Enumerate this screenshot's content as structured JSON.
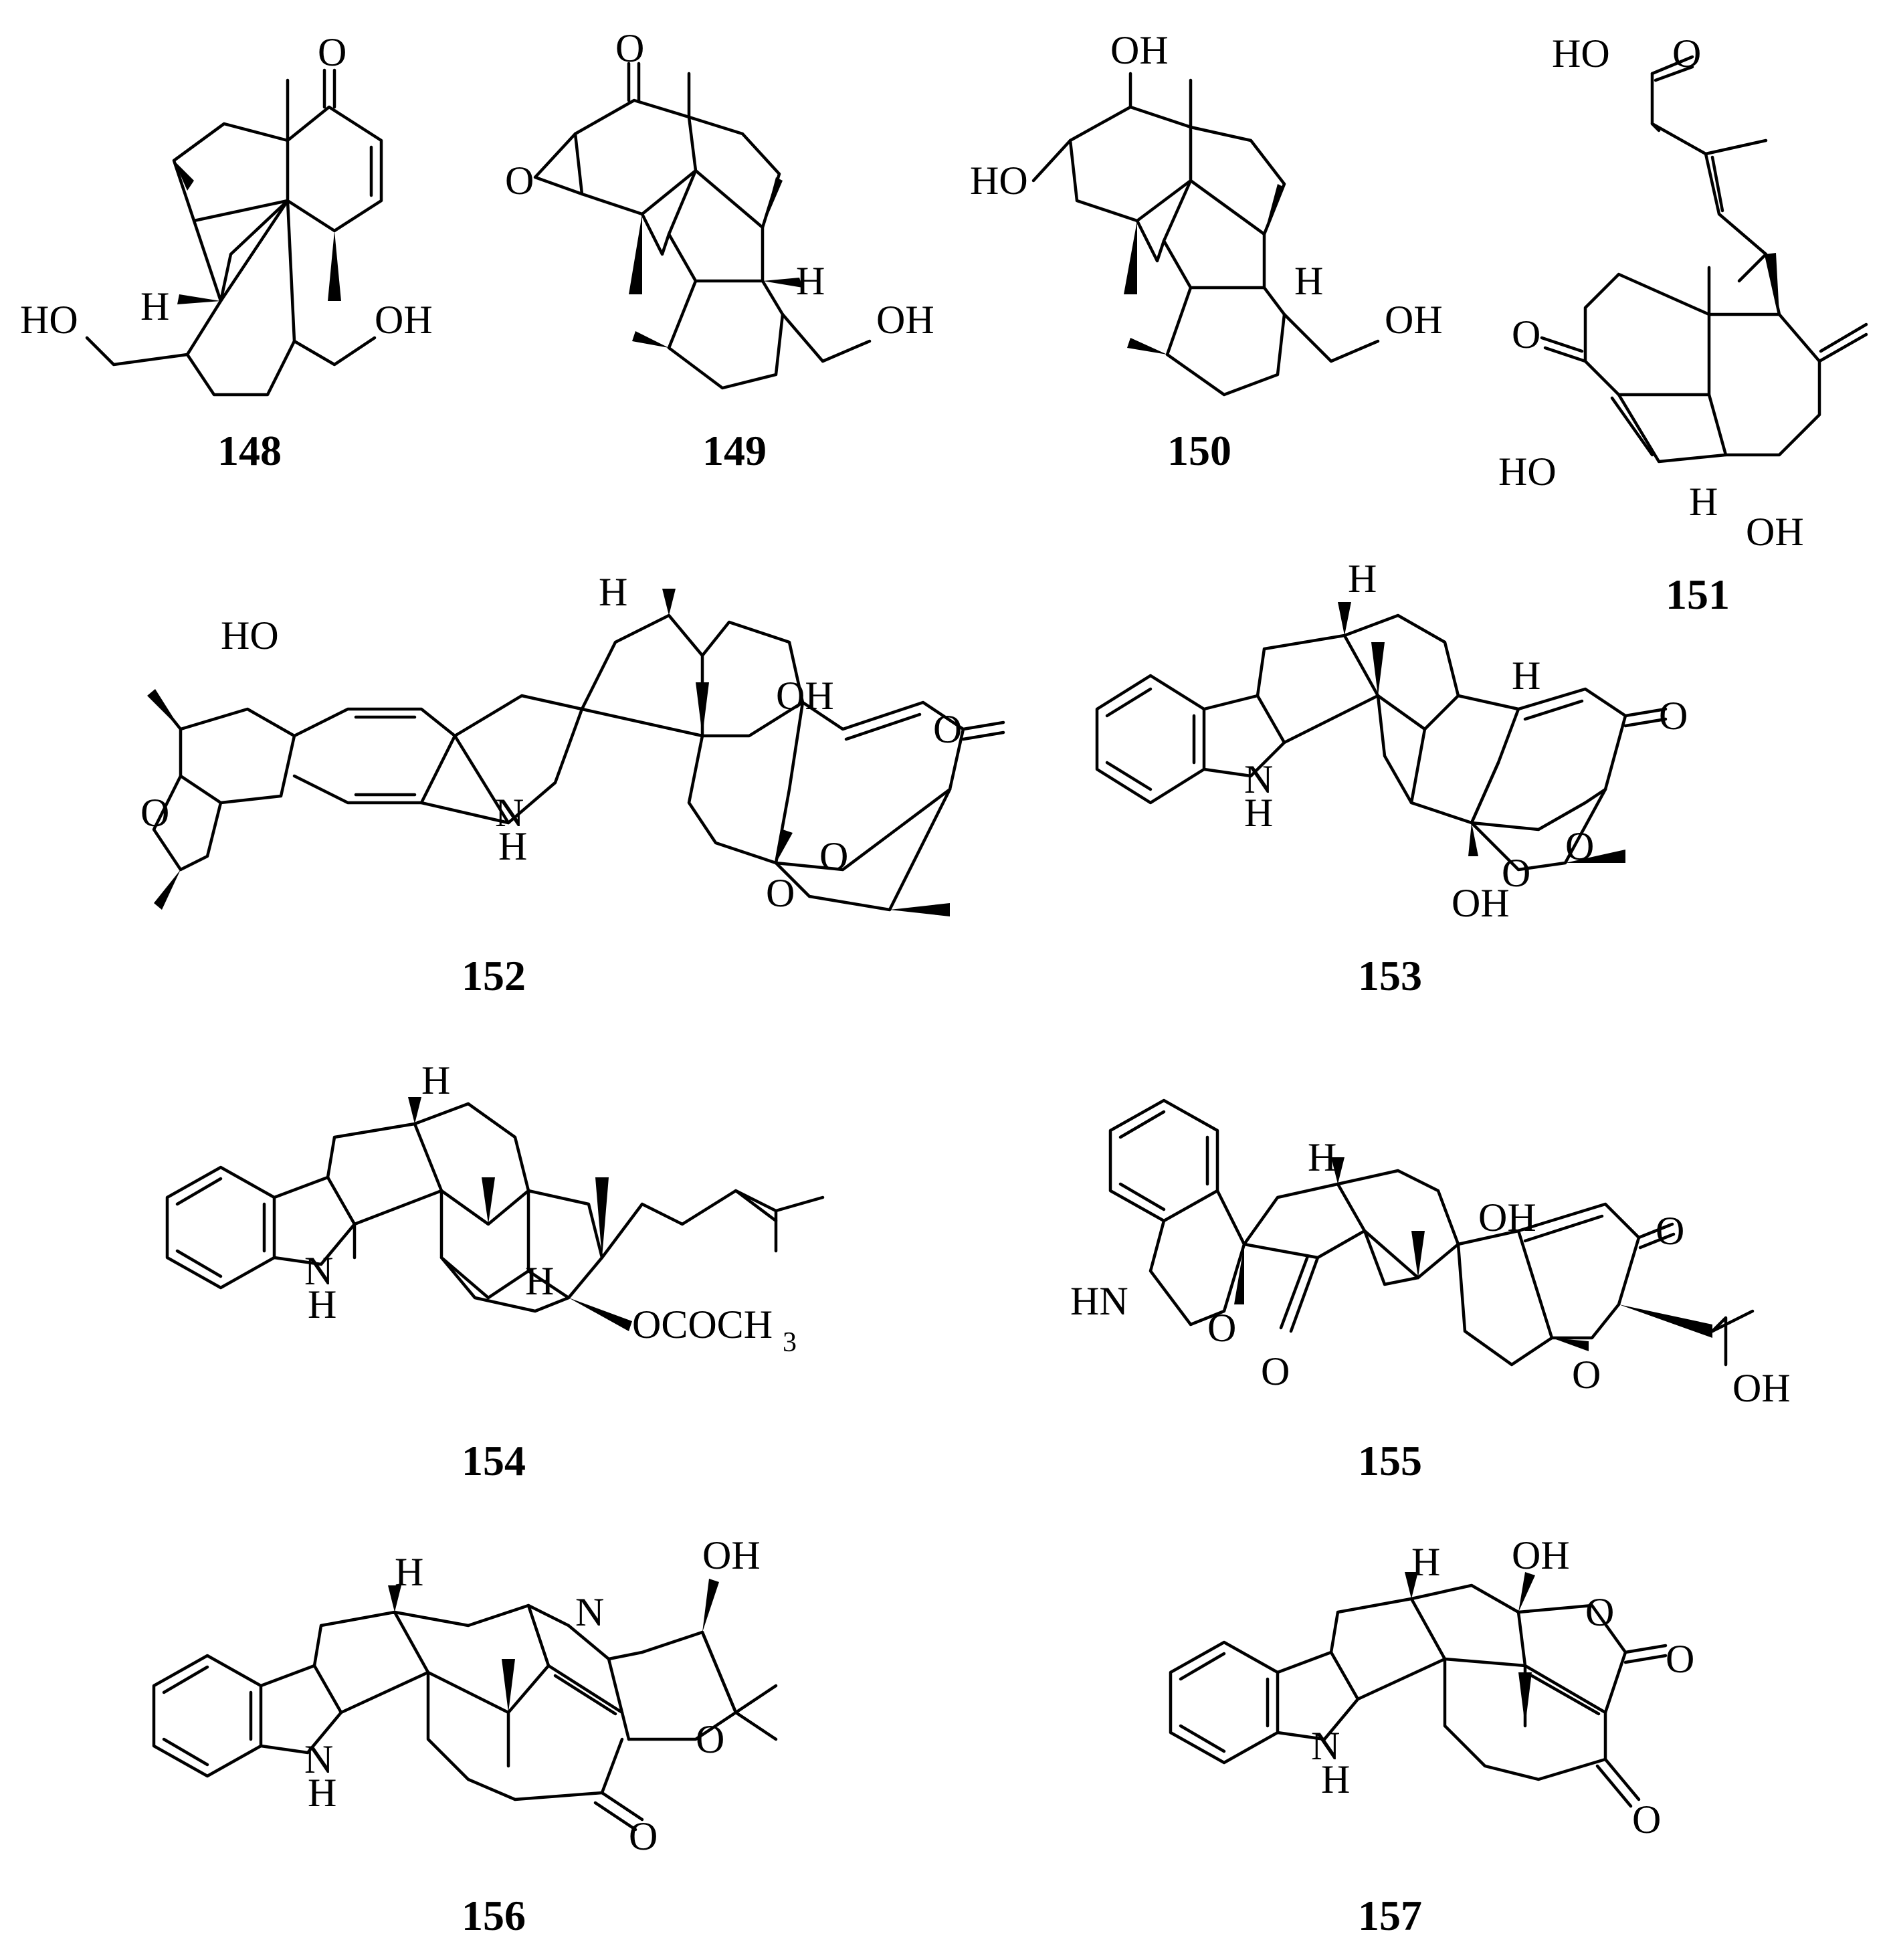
{
  "compounds": [
    {
      "id": "148",
      "atoms": [
        "O",
        "H",
        "HO",
        "OH"
      ]
    },
    {
      "id": "149",
      "atoms": [
        "O",
        "O",
        "H",
        "OH"
      ]
    },
    {
      "id": "150",
      "atoms": [
        "OH",
        "HO",
        "H",
        "OH"
      ]
    },
    {
      "id": "151",
      "atoms": [
        "HO",
        "O",
        "O",
        "HO",
        "H",
        "OH"
      ]
    },
    {
      "id": "152",
      "atoms": [
        "HO",
        "H",
        "OH",
        "O",
        "O",
        "N",
        "H",
        "O",
        "O"
      ]
    },
    {
      "id": "153",
      "atoms": [
        "H",
        "H",
        "O",
        "N",
        "H",
        "O",
        "O",
        "OH"
      ]
    },
    {
      "id": "154",
      "atoms": [
        "H",
        "N",
        "H",
        "H",
        "OCOCH",
        "3"
      ]
    },
    {
      "id": "155",
      "atoms": [
        "H",
        "OH",
        "O",
        "HN",
        "O",
        "O",
        "O",
        "OH"
      ]
    },
    {
      "id": "156",
      "atoms": [
        "H",
        "N",
        "OH",
        "O",
        "N",
        "H",
        "O"
      ]
    },
    {
      "id": "157",
      "atoms": [
        "H",
        "OH",
        "O",
        "O",
        "N",
        "H",
        "O"
      ]
    }
  ]
}
